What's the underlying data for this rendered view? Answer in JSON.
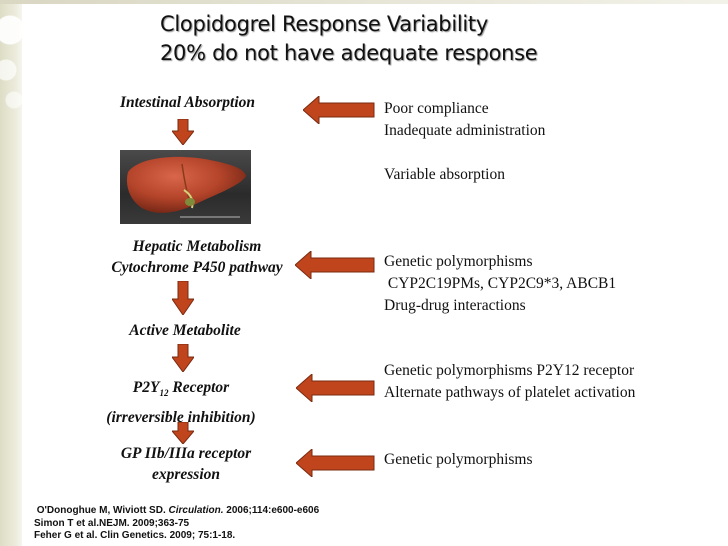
{
  "title": {
    "line1": "Clopidogrel Response Variability",
    "line2": "20% do not have adequate response"
  },
  "steps": {
    "intestinal": "Intestinal Absorption",
    "hepatic_line1": "Hepatic Metabolism",
    "hepatic_line2": "Cytochrome P450 pathway",
    "active": "Active Metabolite",
    "p2y_prefix": "P2Y",
    "p2y_sub": "12",
    "p2y_suffix": " Receptor",
    "p2y_line2": "(irreversible inhibition)",
    "gp_line1": "GP IIb/IIIa receptor",
    "gp_line2": "expression"
  },
  "causes": {
    "absorption": [
      "Poor compliance",
      "Inadequate administration",
      "",
      "Variable absorption"
    ],
    "metabolism": [
      "Genetic polymorphisms",
      " CYP2C19PMs, CYP2C9*3, ABCB1",
      "Drug-drug interactions"
    ],
    "receptor": [
      "Genetic polymorphisms P2Y12 receptor",
      "Alternate pathways of platelet activation"
    ],
    "gp": [
      "Genetic polymorphisms"
    ]
  },
  "references": {
    "ref1_authors": " O'Donoghue M, Wiviott SD. ",
    "ref1_journal": "Circulation.",
    "ref1_rest": " 2006;114:e600-e606",
    "ref2": "Simon T et al.NEJM. 2009;363-75",
    "ref3": "Feher G et al. Clin Genetics. 2009; 75:1-18."
  },
  "colors": {
    "arrow_fill": "#c0451d",
    "arrow_stroke": "#7a2a10",
    "liver": "#b4442a"
  }
}
